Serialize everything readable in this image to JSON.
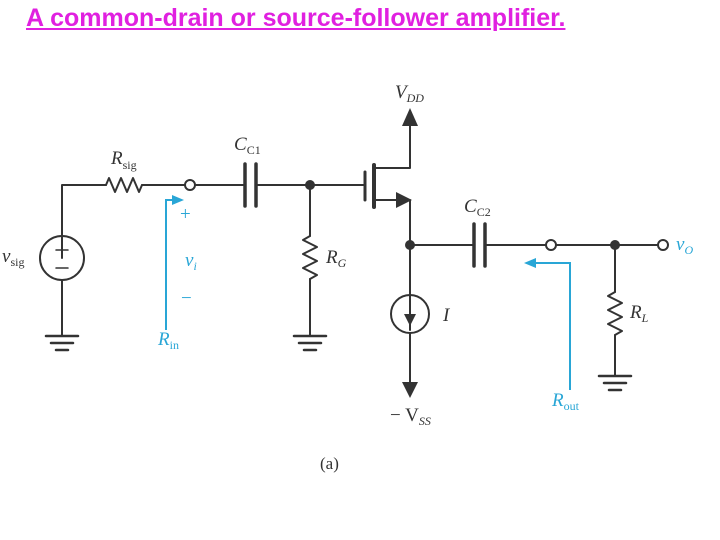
{
  "title": "A common-drain or source-follower amplifier.",
  "colors": {
    "title": "#e020e0",
    "wire": "#333333",
    "annotation": "#29a6d6"
  },
  "labels": {
    "vdd": {
      "main": "V",
      "sub": "DD"
    },
    "vss": {
      "main": "− V",
      "sub": "SS"
    },
    "rsig": {
      "main": "R",
      "sub": "sig"
    },
    "vsig": {
      "main": "v",
      "sub": "sig"
    },
    "cc1": {
      "main": "C",
      "sub": "C1"
    },
    "cc2": {
      "main": "C",
      "sub": "C2"
    },
    "rg": {
      "main": "R",
      "sub": "G"
    },
    "rl": {
      "main": "R",
      "sub": "L"
    },
    "current": "I",
    "vo": {
      "main": "v",
      "sub": "O"
    },
    "vi": {
      "main": "v",
      "sub": "i"
    },
    "plus": "+",
    "minus": "−",
    "rin": {
      "main": "R",
      "sub": "in"
    },
    "rout": {
      "main": "R",
      "sub": "out"
    },
    "caption": "(a)"
  }
}
